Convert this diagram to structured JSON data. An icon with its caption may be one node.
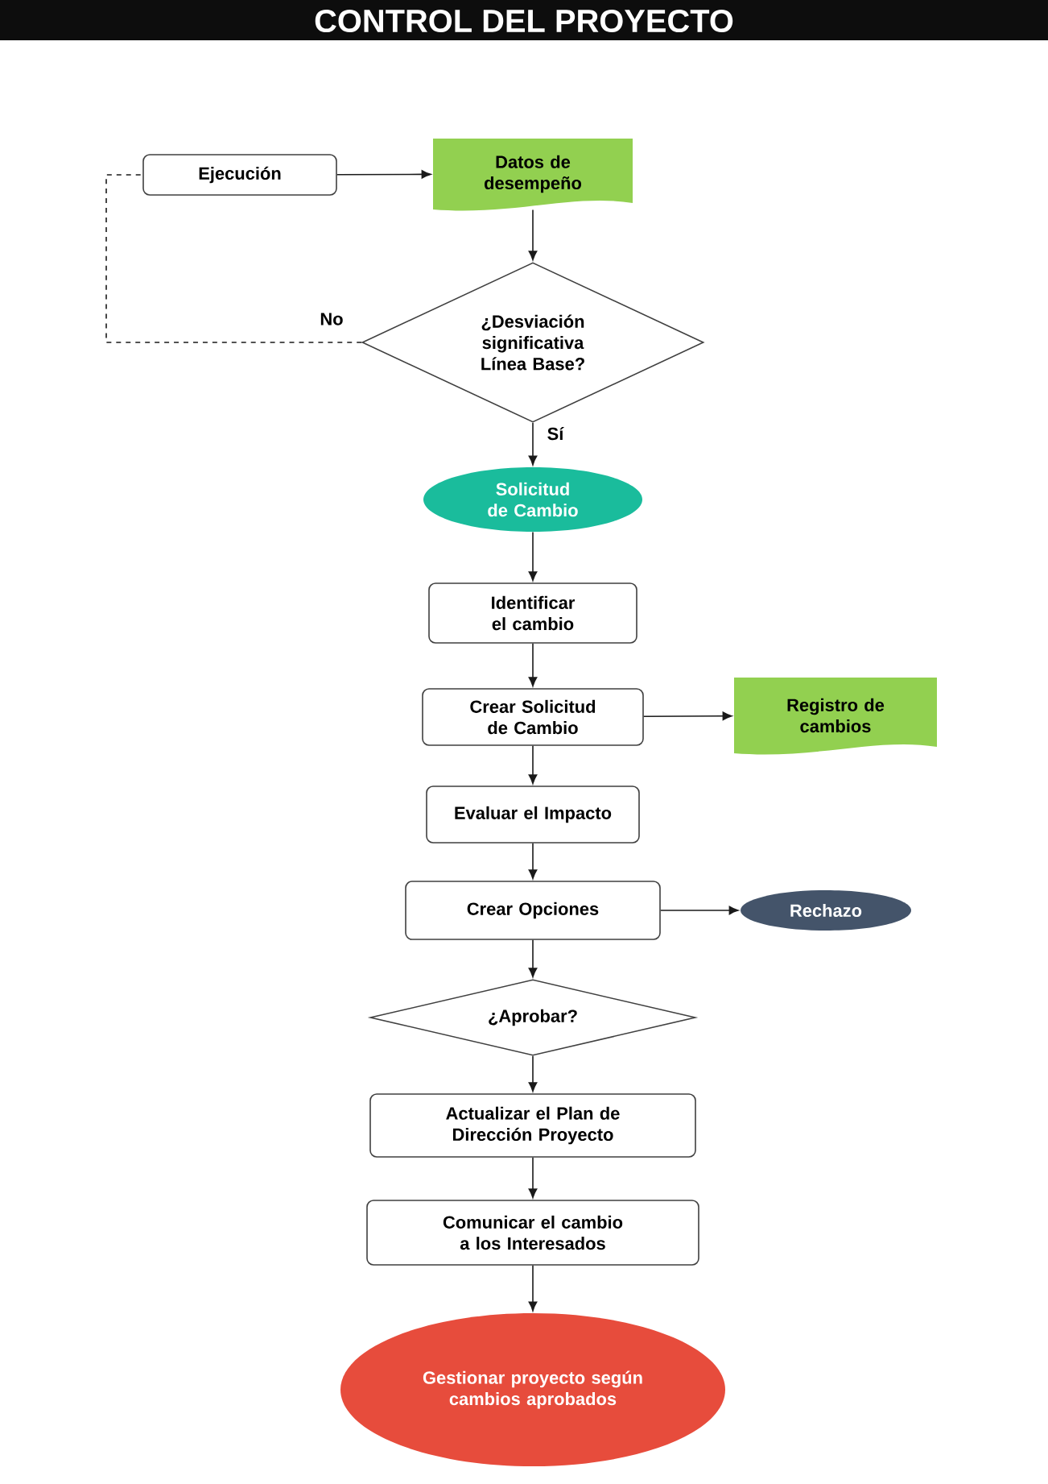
{
  "diagram": {
    "title": "CONTROL DEL PROYECTO",
    "nodes": [
      {
        "text": [
          "Ejecución"
        ]
      },
      {
        "text": [
          "Datos de desempeño"
        ]
      },
      {
        "text": [
          "¿Desviación significativa Línea Base?"
        ]
      },
      {
        "text": [
          "Solicitud de Cambio"
        ]
      },
      {
        "text": [
          "Identificar el cambio"
        ]
      },
      {
        "text": [
          "Crear Solicitud de Cambio"
        ]
      },
      {
        "text": [
          "Registro de cambios"
        ]
      },
      {
        "text": [
          "Evaluar el Impacto"
        ]
      },
      {
        "text": [
          "Crear Opciones"
        ]
      },
      {
        "text": [
          "Rechazo"
        ]
      },
      {
        "text": [
          "¿Aprobar?"
        ]
      },
      {
        "text": [
          "Actualizar el Plan de Dirección Proyecto"
        ]
      },
      {
        "text": [
          "Comunicar el cambio a los Interesados"
        ]
      },
      {
        "text": [
          "Gestionar proyecto según cambios aprobados"
        ]
      }
    ],
    "edges": [
      {
        "from": 0,
        "to": 1,
        "arrow": "to"
      },
      {
        "from": 1,
        "to": 2,
        "arrow": "to"
      },
      {
        "from": 2,
        "to": 0,
        "arrow": "none",
        "label": "No",
        "style": "dashed"
      },
      {
        "from": 2,
        "to": 3,
        "arrow": "to",
        "label": "Sí"
      },
      {
        "from": 3,
        "to": 4,
        "arrow": "to"
      },
      {
        "from": 4,
        "to": 5,
        "arrow": "to"
      },
      {
        "from": 5,
        "to": 6,
        "arrow": "to"
      },
      {
        "from": 5,
        "to": 7,
        "arrow": "to"
      },
      {
        "from": 7,
        "to": 8,
        "arrow": "to"
      },
      {
        "from": 8,
        "to": 9,
        "arrow": "to"
      },
      {
        "from": 8,
        "to": 10,
        "arrow": "to"
      },
      {
        "from": 10,
        "to": 11,
        "arrow": "to"
      },
      {
        "from": 11,
        "to": 12,
        "arrow": "to"
      },
      {
        "from": 12,
        "to": 13,
        "arrow": "to"
      }
    ]
  }
}
